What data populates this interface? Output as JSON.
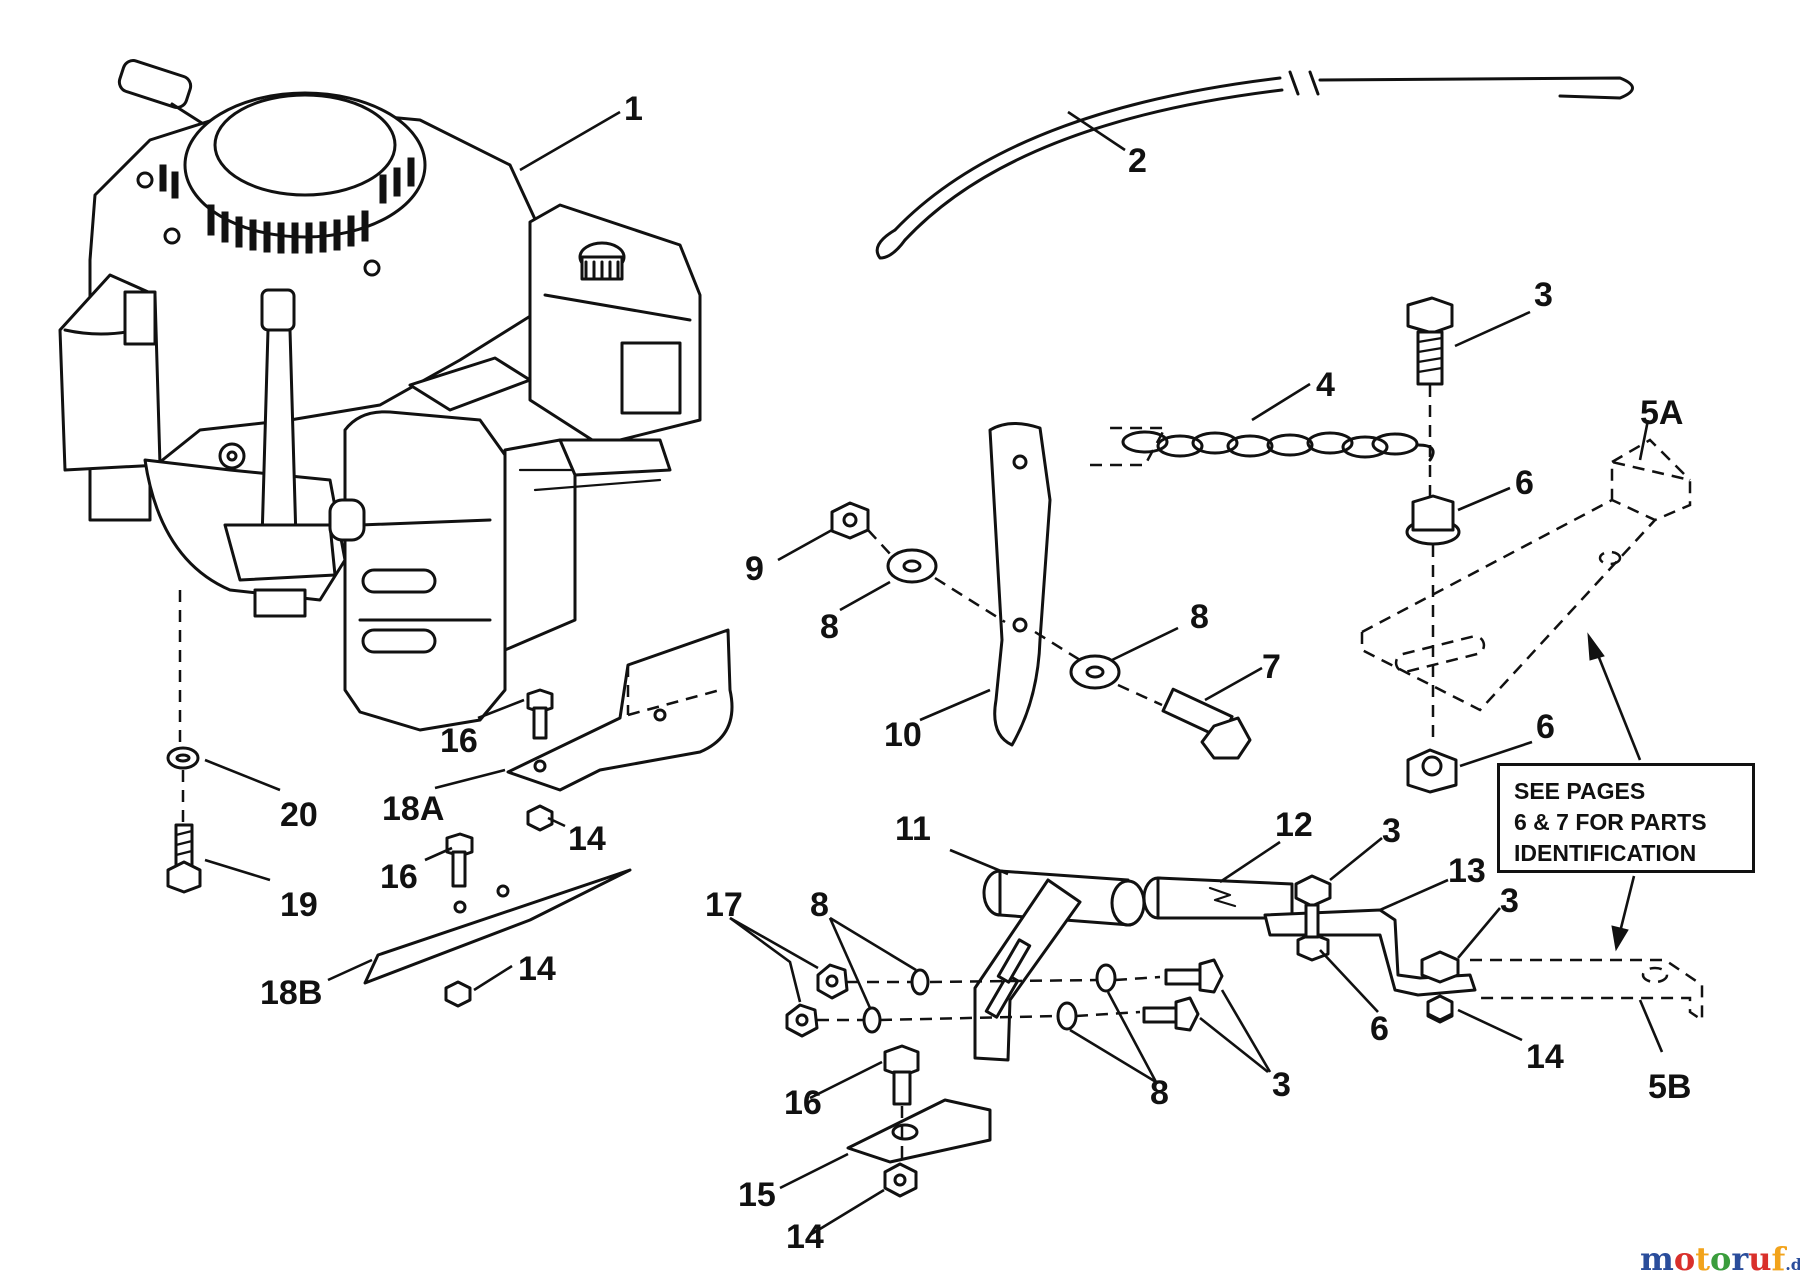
{
  "callouts": {
    "c1": "1",
    "c2": "2",
    "c3a": "3",
    "c3b": "3",
    "c3c": "3",
    "c3d": "3",
    "c4": "4",
    "c5a": "5A",
    "c5b": "5B",
    "c6a": "6",
    "c6b": "6",
    "c6c": "6",
    "c7": "7",
    "c8a": "8",
    "c8b": "8",
    "c8c": "8",
    "c8d": "8",
    "c9": "9",
    "c10": "10",
    "c11": "11",
    "c12": "12",
    "c13": "13",
    "c14a": "14",
    "c14b": "14",
    "c14c": "14",
    "c14d": "14",
    "c15": "15",
    "c16a": "16",
    "c16b": "16",
    "c16c": "16",
    "c17": "17",
    "c18a": "18A",
    "c18b": "18B",
    "c19": "19",
    "c20": "20"
  },
  "note": {
    "line1": "SEE PAGES",
    "line2": "6 & 7 FOR PARTS",
    "line3": "IDENTIFICATION"
  },
  "watermark": {
    "name": "motoruf",
    "tld": ".de",
    "colors": [
      "#2a4d9b",
      "#d9302b",
      "#f2a31b",
      "#3a9d3c"
    ]
  }
}
